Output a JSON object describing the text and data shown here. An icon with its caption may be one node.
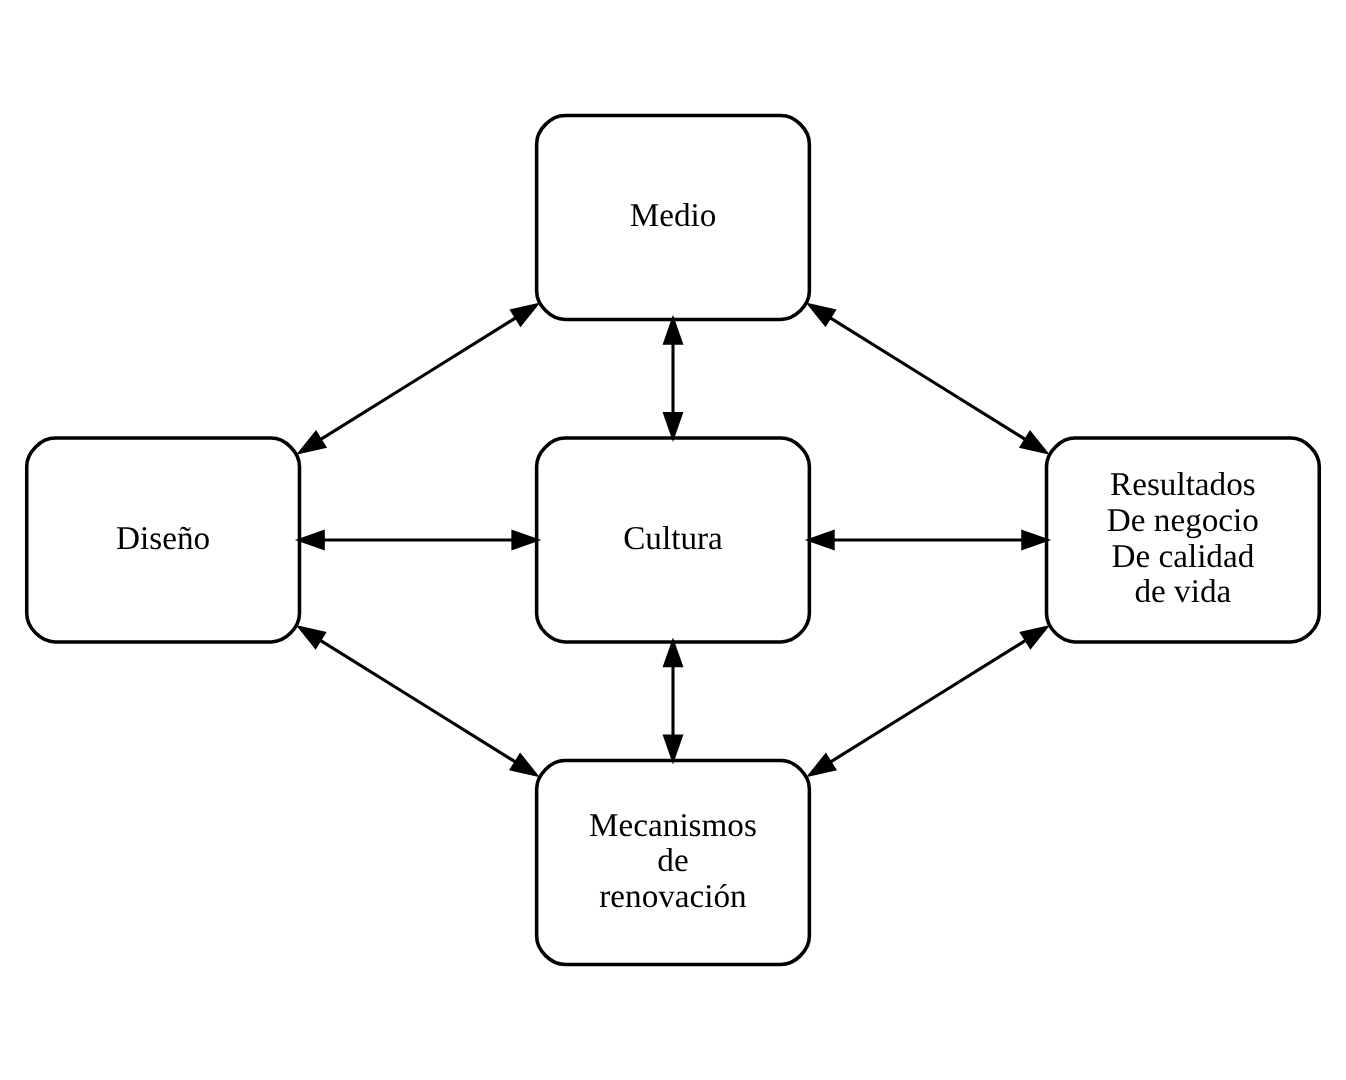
{
  "diagram": {
    "nodes": [
      {
        "text": [
          "Medio"
        ]
      },
      {
        "text": [
          "Diseño"
        ]
      },
      {
        "text": [
          "Cultura"
        ]
      },
      {
        "text": [
          "Resultados De negocio De calidad de vida"
        ]
      },
      {
        "text": [
          "Mecanismos de renovación"
        ]
      }
    ],
    "edges": [
      {
        "from": 0,
        "to": 1,
        "arrow": "both"
      },
      {
        "from": 0,
        "to": 3,
        "arrow": "both"
      },
      {
        "from": 0,
        "to": 2,
        "arrow": "both"
      },
      {
        "from": 1,
        "to": 2,
        "arrow": "both"
      },
      {
        "from": 2,
        "to": 3,
        "arrow": "both"
      },
      {
        "from": 2,
        "to": 4,
        "arrow": "both"
      },
      {
        "from": 1,
        "to": 4,
        "arrow": "both"
      },
      {
        "from": 3,
        "to": 4,
        "arrow": "both"
      }
    ]
  }
}
